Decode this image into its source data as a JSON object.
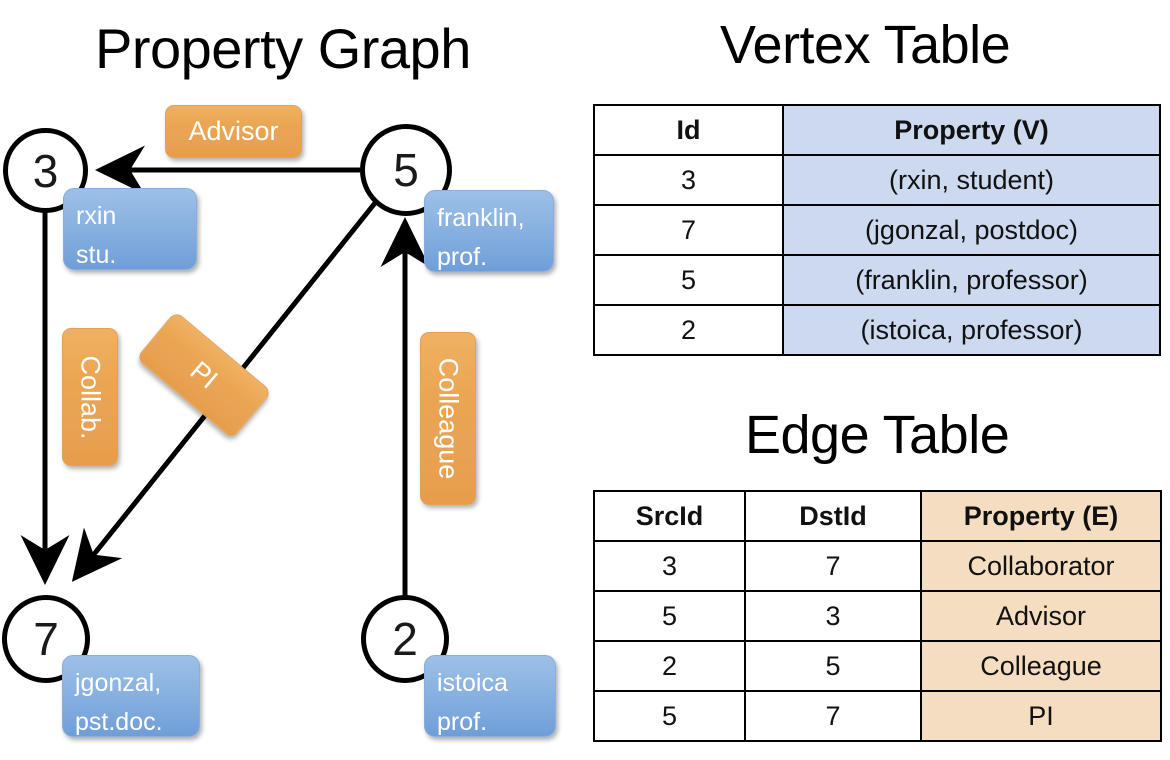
{
  "headings": {
    "property_graph": "Property Graph",
    "vertex_table": "Vertex Table",
    "edge_table": "Edge Table"
  },
  "colors": {
    "vertex_property_fill": "#ccd9ef",
    "edge_property_fill": "#f5ddc1",
    "node_property_box": "#8ab2e0",
    "edge_label_box": "#eaa552",
    "stroke": "#000000"
  },
  "graph": {
    "nodes": [
      {
        "id": "3",
        "property_lines": [
          "rxin",
          "stu."
        ]
      },
      {
        "id": "5",
        "property_lines": [
          "franklin,",
          "prof."
        ]
      },
      {
        "id": "7",
        "property_lines": [
          "jgonzal,",
          "pst.doc."
        ]
      },
      {
        "id": "2",
        "property_lines": [
          "istoica",
          "prof."
        ]
      }
    ],
    "edge_labels": [
      {
        "name": "advisor",
        "text": "Advisor",
        "orientation": "horizontal"
      },
      {
        "name": "collab",
        "text": "Collab.",
        "orientation": "vertical"
      },
      {
        "name": "pi",
        "text": "PI",
        "orientation": "rotated"
      },
      {
        "name": "colleague",
        "text": "Colleague",
        "orientation": "vertical"
      }
    ],
    "edges": [
      {
        "src": "5",
        "dst": "3",
        "label": "Advisor"
      },
      {
        "src": "3",
        "dst": "7",
        "label": "Collab."
      },
      {
        "src": "5",
        "dst": "7",
        "label": "PI"
      },
      {
        "src": "2",
        "dst": "5",
        "label": "Colleague"
      }
    ]
  },
  "vertex_table": {
    "columns": [
      "Id",
      "Property (V)"
    ],
    "rows": [
      {
        "id": "3",
        "property": "(rxin, student)"
      },
      {
        "id": "7",
        "property": "(jgonzal, postdoc)"
      },
      {
        "id": "5",
        "property": "(franklin, professor)"
      },
      {
        "id": "2",
        "property": "(istoica, professor)"
      }
    ]
  },
  "edge_table": {
    "columns": [
      "SrcId",
      "DstId",
      "Property (E)"
    ],
    "rows": [
      {
        "src": "3",
        "dst": "7",
        "property": "Collaborator"
      },
      {
        "src": "5",
        "dst": "3",
        "property": "Advisor"
      },
      {
        "src": "2",
        "dst": "5",
        "property": "Colleague"
      },
      {
        "src": "5",
        "dst": "7",
        "property": "PI"
      }
    ]
  }
}
